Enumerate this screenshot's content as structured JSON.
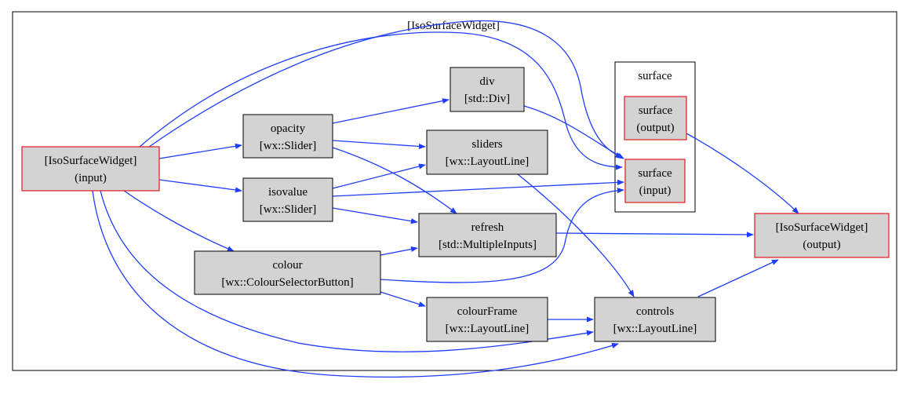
{
  "colors": {
    "edge": "#1f3dff",
    "node_fill": "#d3d3d3",
    "node_border": "#000000",
    "port_border": "#e01b1b",
    "cluster_border": "#000000"
  },
  "outer_cluster": {
    "label": "[IsoSurfaceWidget]"
  },
  "surface_cluster": {
    "label": "surface"
  },
  "nodes": {
    "widget_input": {
      "line1": "[IsoSurfaceWidget]",
      "line2": "(input)"
    },
    "opacity": {
      "line1": "opacity",
      "line2": "[wx::Slider]"
    },
    "isovalue": {
      "line1": "isovalue",
      "line2": "[wx::Slider]"
    },
    "colour": {
      "line1": "colour",
      "line2": "[wx::ColourSelectorButton]"
    },
    "div": {
      "line1": "div",
      "line2": "[std::Div]"
    },
    "sliders": {
      "line1": "sliders",
      "line2": "[wx::LayoutLine]"
    },
    "refresh": {
      "line1": "refresh",
      "line2": "[std::MultipleInputs]"
    },
    "colourFrame": {
      "line1": "colourFrame",
      "line2": "[wx::LayoutLine]"
    },
    "controls": {
      "line1": "controls",
      "line2": "[wx::LayoutLine]"
    },
    "surface_output": {
      "line1": "surface",
      "line2": "(output)"
    },
    "surface_input": {
      "line1": "surface",
      "line2": "(input)"
    },
    "widget_output": {
      "line1": "[IsoSurfaceWidget]",
      "line2": "(output)"
    }
  }
}
